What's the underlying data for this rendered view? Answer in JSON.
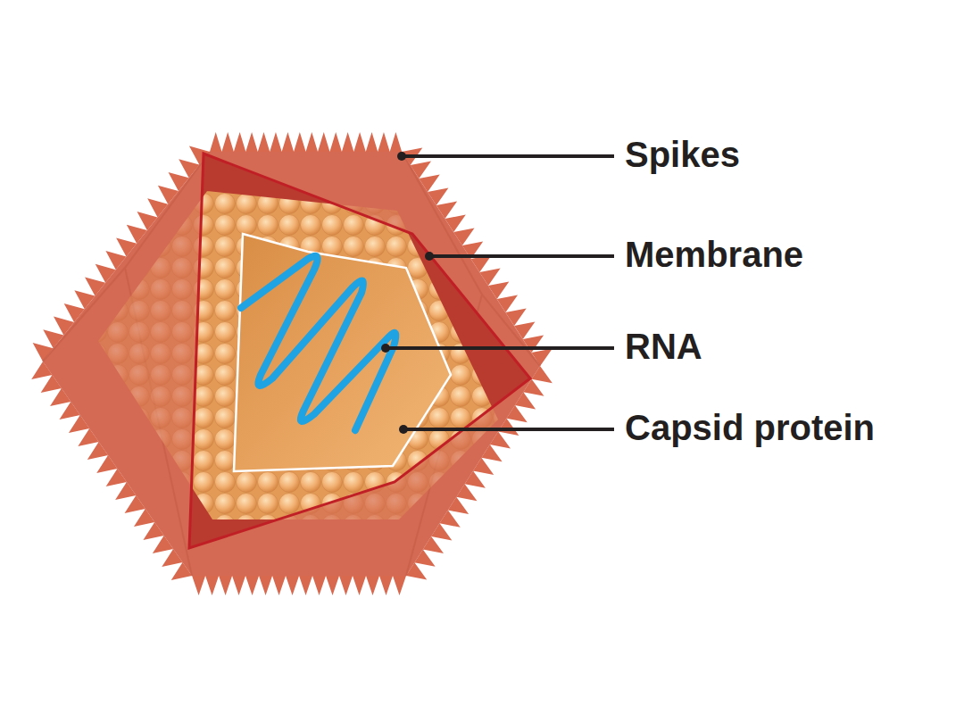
{
  "diagram": {
    "labels": [
      "Spikes",
      "Membrane",
      "RNA",
      "Capsid protein"
    ]
  }
}
